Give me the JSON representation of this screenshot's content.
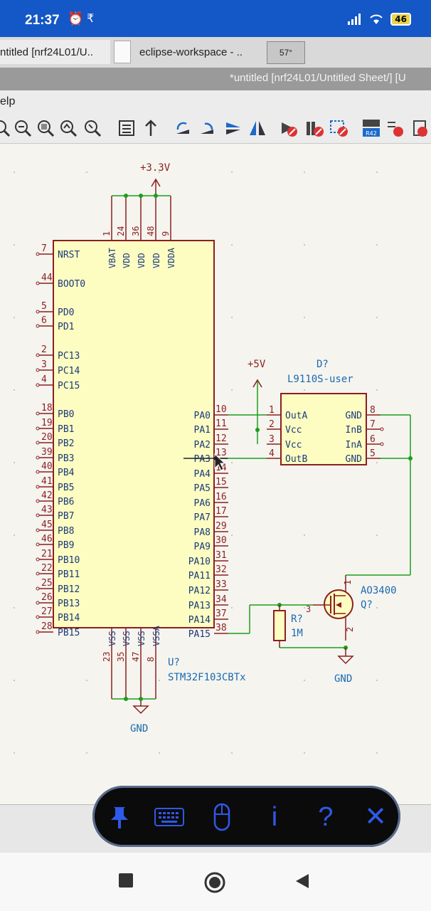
{
  "status_bar": {
    "time": "21:37",
    "alarm_icon": "alarm-icon",
    "signal_icon": "signal-icon",
    "wifi_icon": "wifi-icon",
    "battery": "46"
  },
  "taskbar": {
    "items": [
      "ntitled [nrf24L01/U..",
      "eclipse-workspace - ..",
      "57°"
    ]
  },
  "window": {
    "title": "*untitled [nrf24L01/Untitled Sheet/] [U"
  },
  "menu": {
    "visible_item": "elp"
  },
  "schematic": {
    "power_33": "+3.3V",
    "power_5": "+5V",
    "gnd_u": "GND",
    "gnd_q": "GND",
    "u_ref": "U?",
    "u_value": "STM32F103CBTx",
    "d_ref": "D?",
    "d_value": "L9110S-user",
    "r_ref": "R?",
    "r_value": "1M",
    "q_ref": "Q?",
    "q_value": "AO3400",
    "q_pins": [
      "1",
      "2",
      "3"
    ],
    "u_left_pins": [
      {
        "num": "7",
        "name": "NRST"
      },
      {
        "num": "44",
        "name": "BOOT0"
      },
      {
        "num": "5",
        "name": "PD0"
      },
      {
        "num": "6",
        "name": "PD1"
      },
      {
        "num": "2",
        "name": "PC13"
      },
      {
        "num": "3",
        "name": "PC14"
      },
      {
        "num": "4",
        "name": "PC15"
      },
      {
        "num": "18",
        "name": "PB0"
      },
      {
        "num": "19",
        "name": "PB1"
      },
      {
        "num": "20",
        "name": "PB2"
      },
      {
        "num": "39",
        "name": "PB3"
      },
      {
        "num": "40",
        "name": "PB4"
      },
      {
        "num": "41",
        "name": "PB5"
      },
      {
        "num": "42",
        "name": "PB6"
      },
      {
        "num": "43",
        "name": "PB7"
      },
      {
        "num": "45",
        "name": "PB8"
      },
      {
        "num": "46",
        "name": "PB9"
      },
      {
        "num": "21",
        "name": "PB10"
      },
      {
        "num": "22",
        "name": "PB11"
      },
      {
        "num": "25",
        "name": "PB12"
      },
      {
        "num": "26",
        "name": "PB13"
      },
      {
        "num": "27",
        "name": "PB14"
      },
      {
        "num": "28",
        "name": "PB15"
      }
    ],
    "u_right_pins": [
      {
        "num": "10",
        "name": "PA0"
      },
      {
        "num": "11",
        "name": "PA1"
      },
      {
        "num": "12",
        "name": "PA2"
      },
      {
        "num": "13",
        "name": "PA3"
      },
      {
        "num": "14",
        "name": "PA4"
      },
      {
        "num": "15",
        "name": "PA5"
      },
      {
        "num": "16",
        "name": "PA6"
      },
      {
        "num": "17",
        "name": "PA7"
      },
      {
        "num": "29",
        "name": "PA8"
      },
      {
        "num": "30",
        "name": "PA9"
      },
      {
        "num": "31",
        "name": "PA10"
      },
      {
        "num": "32",
        "name": "PA11"
      },
      {
        "num": "33",
        "name": "PA12"
      },
      {
        "num": "34",
        "name": "PA13"
      },
      {
        "num": "37",
        "name": "PA14"
      },
      {
        "num": "38",
        "name": "PA15"
      }
    ],
    "u_top_pins": [
      {
        "num": "1",
        "name": "VBAT"
      },
      {
        "num": "24",
        "name": "VDD"
      },
      {
        "num": "36",
        "name": "VDD"
      },
      {
        "num": "48",
        "name": "VDD"
      },
      {
        "num": "9",
        "name": "VDDA"
      }
    ],
    "u_bottom_pins": [
      {
        "num": "23",
        "name": "VSS"
      },
      {
        "num": "35",
        "name": "VSS"
      },
      {
        "num": "47",
        "name": "VSS"
      },
      {
        "num": "8",
        "name": "VSSA"
      }
    ],
    "d_left_pins": [
      {
        "num": "1",
        "name": "OutA"
      },
      {
        "num": "2",
        "name": "Vcc"
      },
      {
        "num": "3",
        "name": "Vcc"
      },
      {
        "num": "4",
        "name": "OutB"
      }
    ],
    "d_right_pins": [
      {
        "num": "8",
        "name": "GND"
      },
      {
        "num": "7",
        "name": "InB"
      },
      {
        "num": "6",
        "name": "InA"
      },
      {
        "num": "5",
        "name": "GND"
      }
    ]
  },
  "floating_toolbar": {
    "pin_icon": "pin-icon",
    "keyboard_icon": "keyboard-icon",
    "mouse_icon": "mouse-icon",
    "info": "i",
    "help": "?",
    "close": "✕"
  },
  "navigation": {
    "recents_icon": "recents-square-icon",
    "home_icon": "home-circle-icon",
    "back_icon": "back-triangle-icon"
  }
}
